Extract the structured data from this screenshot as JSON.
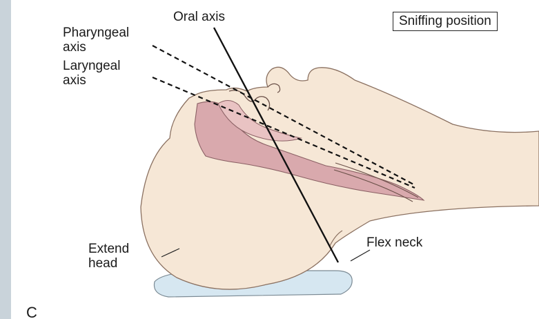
{
  "figure": {
    "boxed_title": "Sniffing position",
    "labels": {
      "oral_axis": "Oral axis",
      "pharyngeal_axis": "Pharyngeal\naxis",
      "laryngeal_axis": "Laryngeal\naxis",
      "extend_head": "Extend\nhead",
      "flex_neck": "Flex neck"
    },
    "panel_letter": "C"
  },
  "colors": {
    "skin": "#f6e7d6",
    "skin_outline": "#8a7060",
    "airway": "#d9a9ad",
    "pillow": "#d6e7f1",
    "axis_line": "#111111",
    "background": "#c9d3da"
  }
}
